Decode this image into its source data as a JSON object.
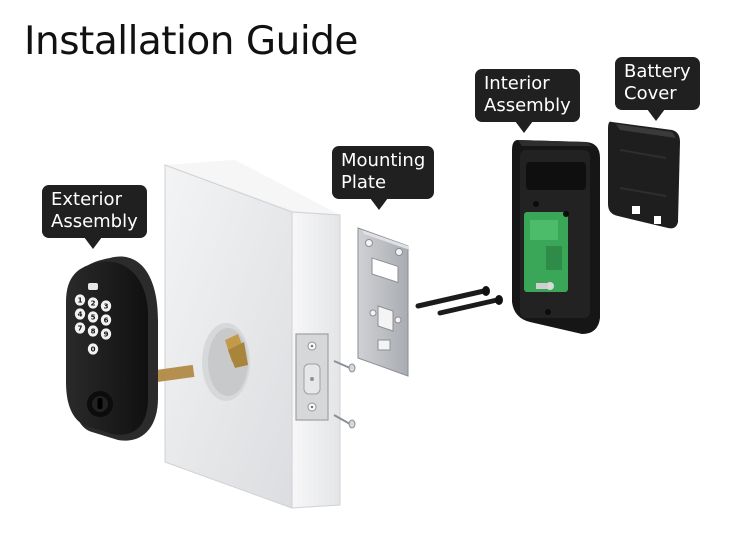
{
  "title": "Installation Guide",
  "callouts": {
    "exterior": [
      "Exterior",
      "Assembly"
    ],
    "mounting": [
      "Mounting",
      "Plate"
    ],
    "interior": [
      "Interior",
      "Assembly"
    ],
    "battery": [
      "Battery",
      "Cover"
    ]
  },
  "keypad": [
    "1",
    "2",
    "3",
    "4",
    "5",
    "6",
    "7",
    "8",
    "9",
    "0"
  ],
  "colors": {
    "callout_bg": "#202020",
    "lock_body": "#1c1c1c",
    "pcb_green": "#3aa657",
    "door_block": "#e9eaec",
    "tailpiece_brass": "#b58f4d"
  }
}
